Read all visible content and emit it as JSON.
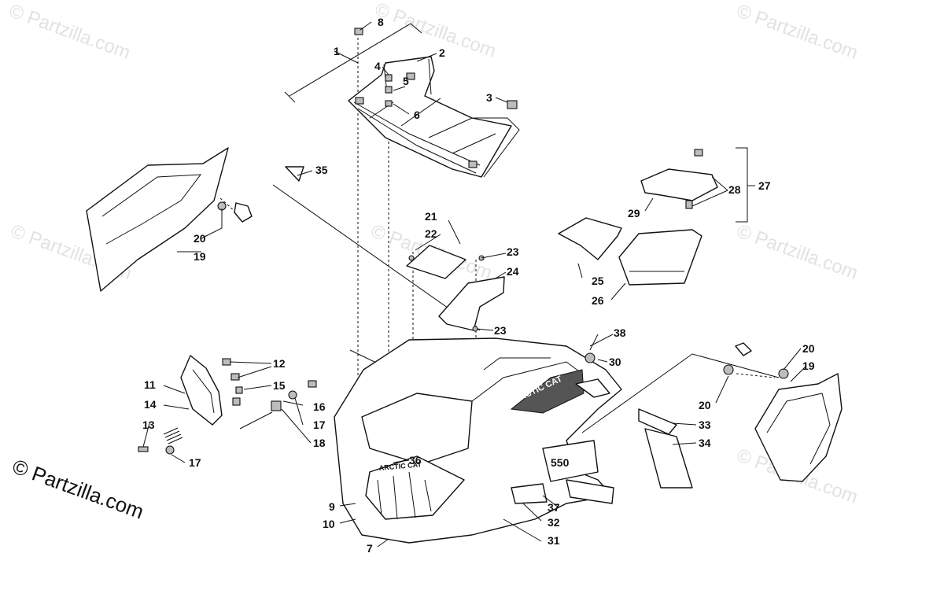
{
  "diagram": {
    "watermark": "© Partzilla.com",
    "brand": "© Partzilla.com",
    "decals": {
      "hood_brand": "ARCTIC CAT",
      "grille_brand": "ARCTIC CAT",
      "side_badge": "550"
    },
    "callouts": [
      "1",
      "2",
      "3",
      "4",
      "5",
      "6",
      "7",
      "8",
      "9",
      "10",
      "11",
      "12",
      "13",
      "14",
      "15",
      "16",
      "17",
      "17",
      "18",
      "19",
      "19",
      "20",
      "20",
      "20",
      "21",
      "22",
      "23",
      "23",
      "24",
      "25",
      "26",
      "27",
      "28",
      "29",
      "30",
      "31",
      "32",
      "33",
      "34",
      "35",
      "36",
      "37",
      "38"
    ]
  }
}
